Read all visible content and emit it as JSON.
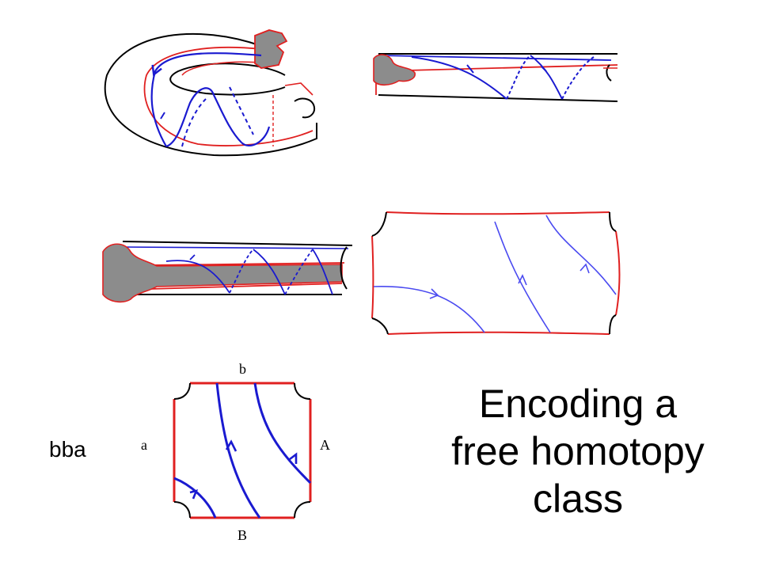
{
  "title_lines": [
    "Encoding a",
    "free homotopy",
    "class"
  ],
  "word": "bba",
  "edge_labels": {
    "top": "b",
    "left": "a",
    "right": "A",
    "bottom": "B"
  },
  "colors": {
    "boundary": "#e02020",
    "curve": "#1a1ad0",
    "outline": "#000000",
    "cut_fill": "#8c8c8c"
  }
}
